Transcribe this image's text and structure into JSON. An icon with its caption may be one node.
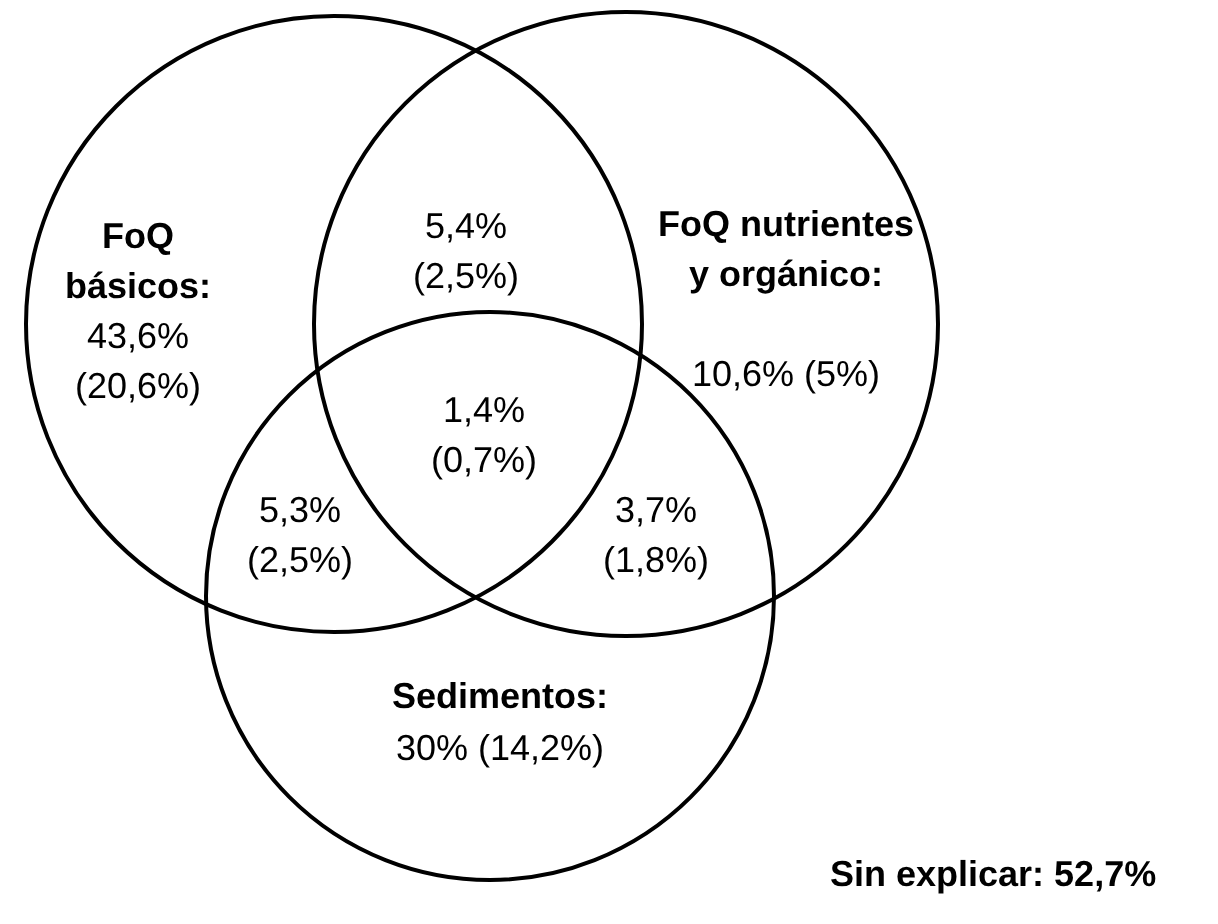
{
  "diagram": {
    "nodes": [
      {
        "text": [
          "FoQ básicos:",
          "43,6% (20,6%)"
        ]
      },
      {
        "text": [
          "FoQ nutrientes y orgánico:",
          "10,6% (5%)"
        ]
      },
      {
        "text": [
          "Sedimentos:",
          "30% (14,2%)"
        ]
      }
    ],
    "labels": [
      "5,4% (2,5%)",
      "1,4% (0,7%)",
      "5,3% (2,5%)",
      "3,7% (1,8%)",
      "Sin explicar: 52,7%"
    ]
  }
}
